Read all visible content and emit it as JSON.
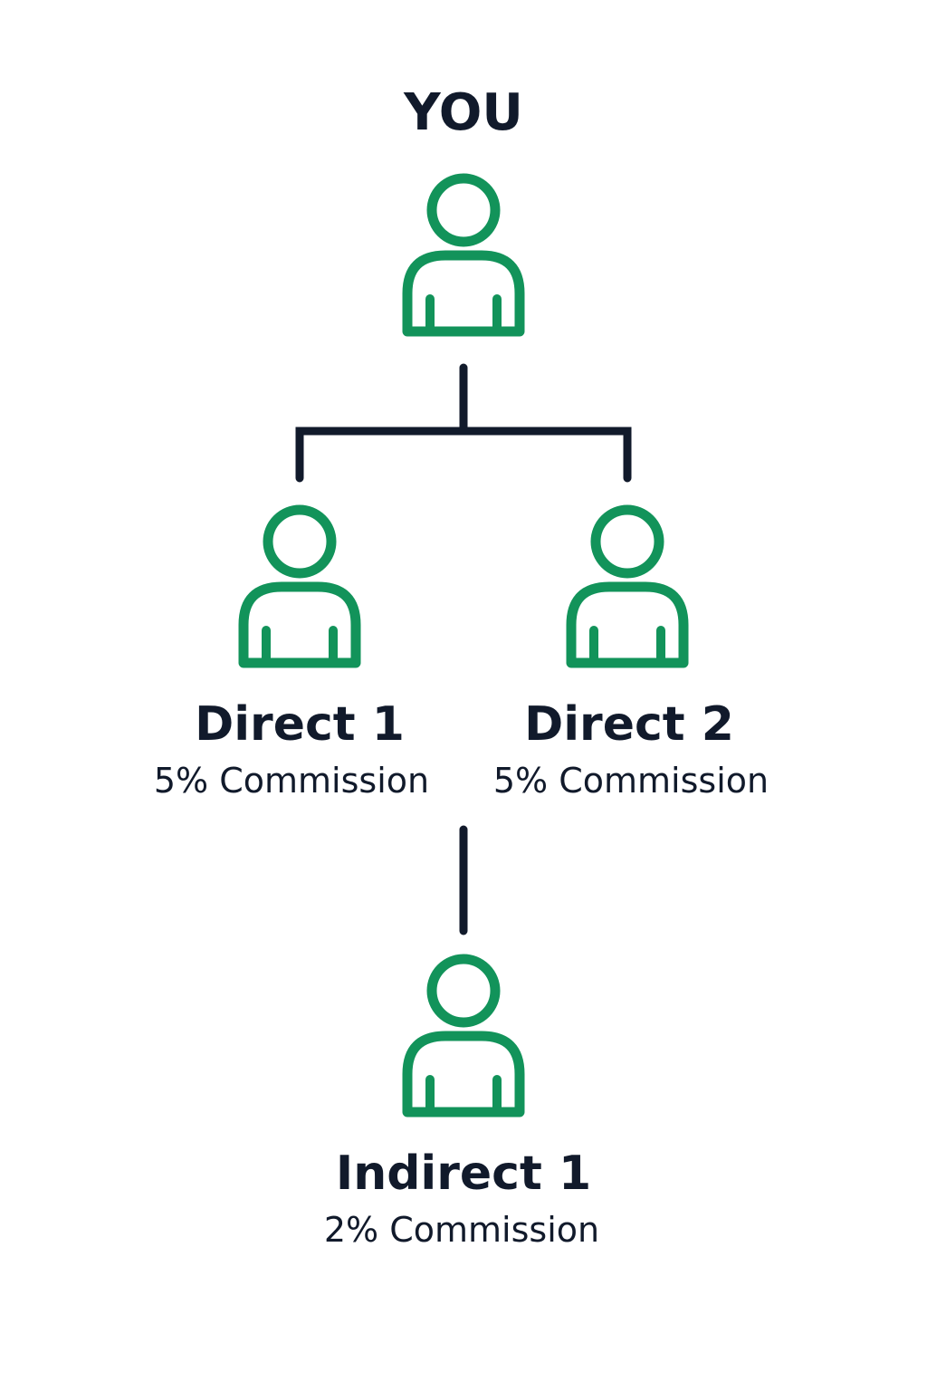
{
  "colors": {
    "icon_green": "#12935a",
    "text_dark": "#111a2b",
    "connector": "#111a2b",
    "background": "#ffffff"
  },
  "root": {
    "title": "YOU",
    "icon": "person-icon"
  },
  "direct": [
    {
      "name": "Direct 1",
      "commission": "5% Commission",
      "icon": "person-icon"
    },
    {
      "name": "Direct 2",
      "commission": "5% Commission",
      "icon": "person-icon"
    }
  ],
  "indirect": [
    {
      "name": "Indirect 1",
      "commission": "2% Commission",
      "icon": "person-icon"
    }
  ]
}
